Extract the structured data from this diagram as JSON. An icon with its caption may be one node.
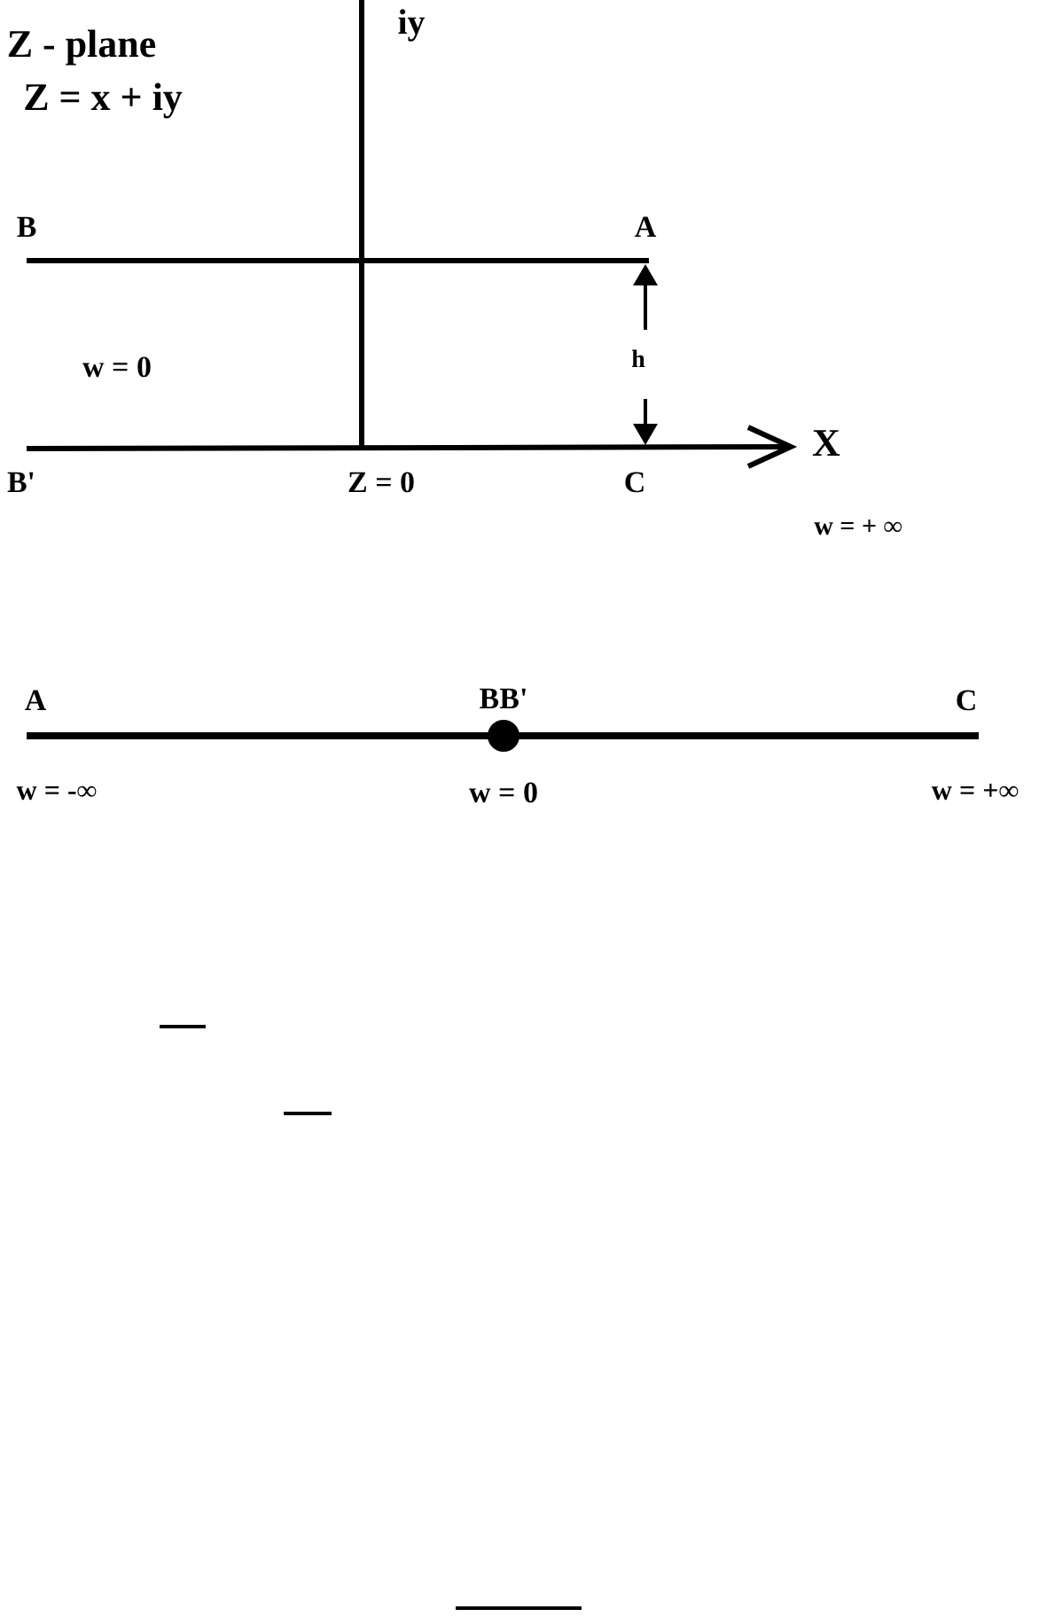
{
  "diagram": {
    "labels": [
      "Z - plane",
      "Z = x + iy",
      "iy",
      "B",
      "A",
      "w = 0",
      "h",
      "X",
      "B'",
      "Z = 0",
      "C",
      "w = + ∞",
      "A",
      "BB'",
      "C",
      "w = -∞",
      "w = 0",
      "w = +∞"
    ]
  }
}
